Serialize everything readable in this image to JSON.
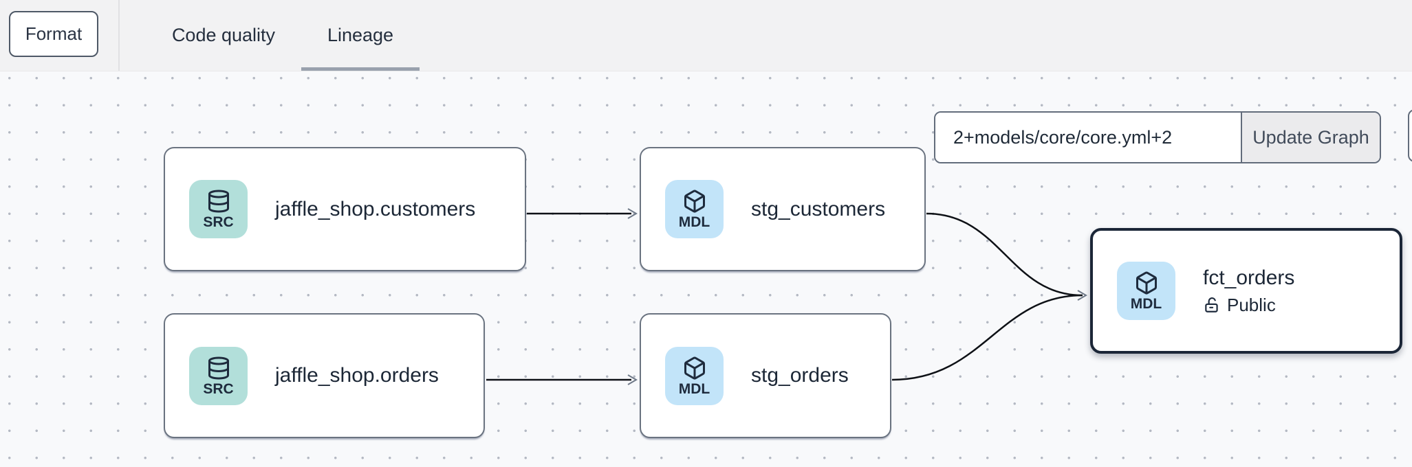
{
  "toolbar": {
    "format_button": "Format",
    "tabs": [
      {
        "label": "Code quality",
        "active": false
      },
      {
        "label": "Lineage",
        "active": true
      }
    ]
  },
  "lineage_controls": {
    "selector_value": "2+models/core/core.yml+2",
    "update_button": "Update Graph"
  },
  "graph": {
    "nodes": [
      {
        "label": "jaffle_shop.customers",
        "type": "SRC",
        "kind": "source",
        "icon": "database-icon"
      },
      {
        "label": "stg_customers",
        "type": "MDL",
        "kind": "model",
        "icon": "cube-icon"
      },
      {
        "label": "jaffle_shop.orders",
        "type": "SRC",
        "kind": "source",
        "icon": "database-icon"
      },
      {
        "label": "stg_orders",
        "type": "MDL",
        "kind": "model",
        "icon": "cube-icon"
      },
      {
        "label": "fct_orders",
        "type": "MDL",
        "kind": "model",
        "icon": "cube-icon",
        "access": "Public",
        "access_icon": "unlock-icon",
        "selected": true
      }
    ],
    "edges": [
      {
        "from": "jaffle_shop.customers",
        "to": "stg_customers"
      },
      {
        "from": "jaffle_shop.orders",
        "to": "stg_orders"
      },
      {
        "from": "stg_customers",
        "to": "fct_orders"
      },
      {
        "from": "stg_orders",
        "to": "fct_orders"
      }
    ]
  },
  "colors": {
    "source_badge": "#b2dfda",
    "model_badge": "#c2e4f9",
    "node_border": "#6a7380",
    "selected_node_border": "#1b2637",
    "edge": "#0e1116",
    "canvas_background": "#f8f9fb",
    "canvas_dots": "#b4b9c3",
    "topbar_background": "#f2f2f3",
    "tab_underline": "#99a1ad",
    "text": "#1f2a37"
  }
}
